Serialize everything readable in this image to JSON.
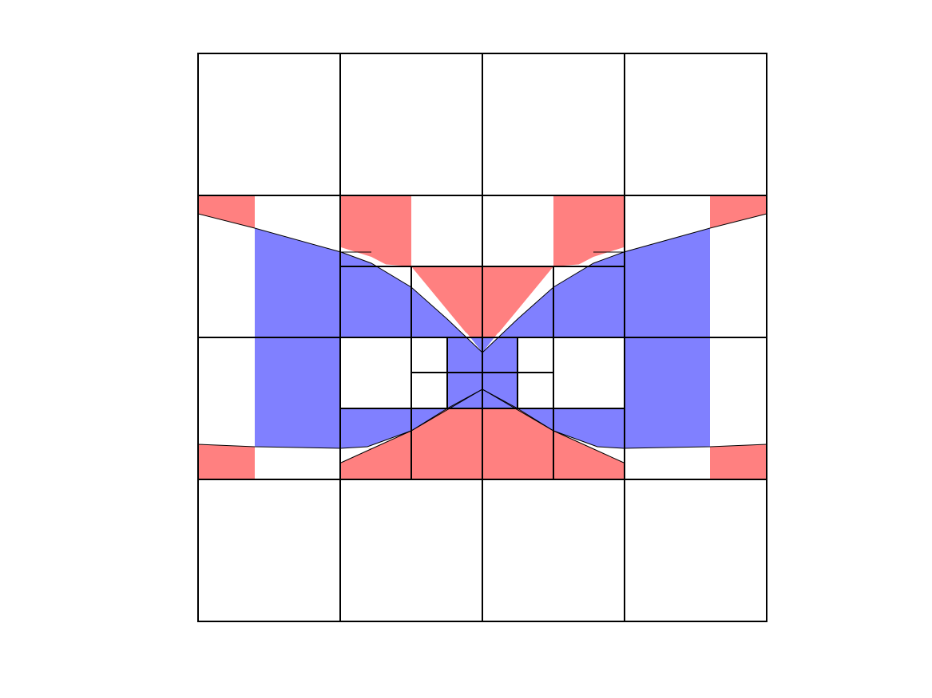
{
  "colors": {
    "background": "#ffffff",
    "red_region": "#ff8080",
    "blue_region": "#8080ff",
    "cell_line": "#000000"
  },
  "grid": {
    "rows": 4,
    "cols": 4,
    "refined_cells": 6,
    "description_icon": "quadtree-mesh"
  }
}
